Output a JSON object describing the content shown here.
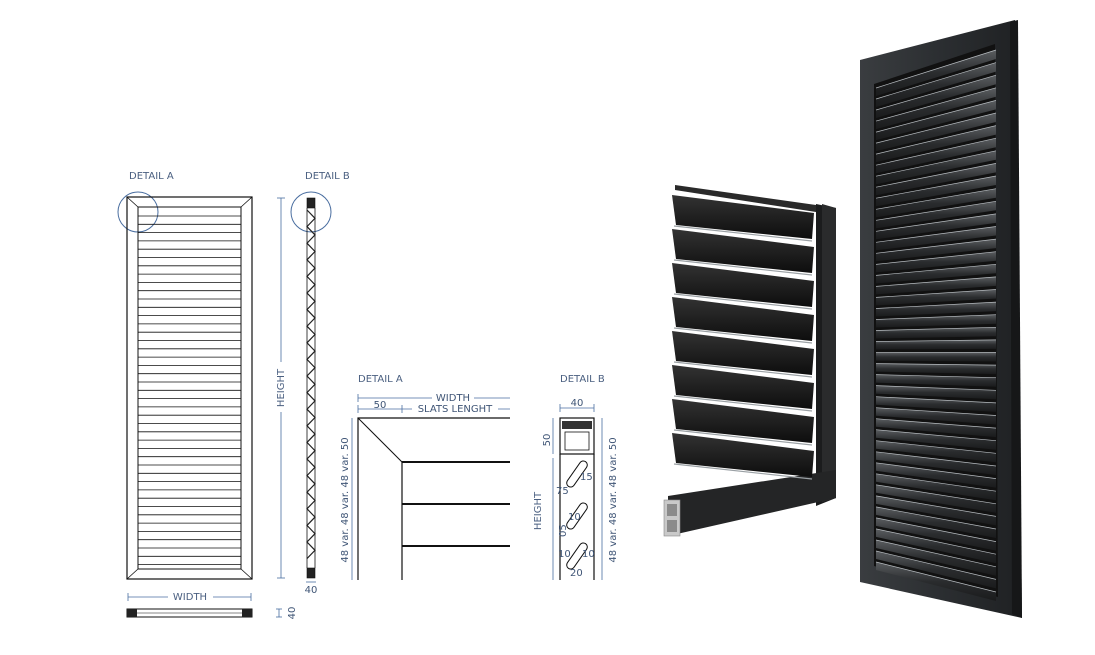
{
  "labels": {
    "detail_a_top": "DETAIL A",
    "detail_b_top": "DETAIL B",
    "height": "HEIGHT",
    "width_front": "WIDTH",
    "side_40": "40",
    "plan_40": "40",
    "detail_a": "DETAIL A",
    "detail_b": "DETAIL B",
    "a_width": "WIDTH",
    "a_50": "50",
    "a_slats": "SLATS LENGHT",
    "a_vertical": "48 var. 48 var. 48 var. 50",
    "b_40": "40",
    "b_50": "50",
    "b_height": "HEIGHT",
    "b_vertical": "48 var. 48 var. 48 var. 50",
    "b_75": "75",
    "b_15": "15",
    "b_10a": "10",
    "b_05": "05",
    "b_10b": "10",
    "b_10c": "10",
    "b_20": "20"
  },
  "colors": {
    "label_blue": "#4a5f80",
    "shutter_dark": "#2f3234",
    "slat_black": "#1a1a1a"
  }
}
